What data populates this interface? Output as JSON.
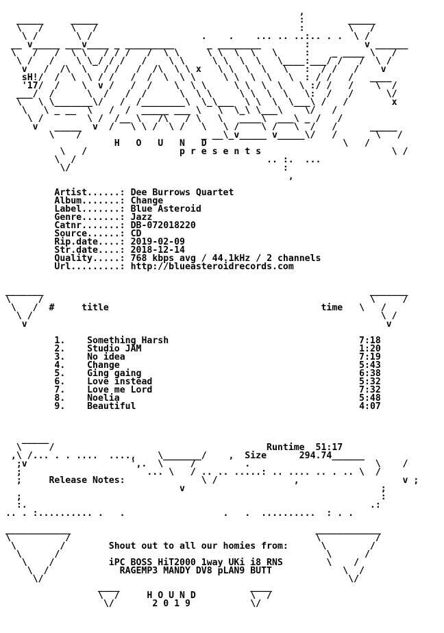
{
  "header_art": [
    "                                                       ,",
    "   _____     _____                                     :        _____",
    "   \\   /     \\   /                                     :        \\   /",
    "    \\ /       \\ /                    .    .    ... .. ..:.. . .  \\ /",
    "  __ v_____ ___v____ _ _________      _ ________        :          v ______",
    "  \\   /   /  \\ \\   / / /   /  \\ \\     \\ \\  \\  \\   \\     :    _ ____ \\   /",
    "   \\ /   /    \\ \\_/ / /   /    \\ \\     \\ \\  \\  \\   \\____:___/ /   /  \\ /",
    "    v   /  /\\  \\   / /   /  /\\  \\ \\ x   \\ \\  \\  \\   \\   :  / /   /    v",
    "    sH!/  /  \\  \\ / /   /  /  \\  \\ \\     \\ \\  \\  \\   \\  : / /   /   ____",
    "    '17/  /    \\  v /   /  /    \\  \\ \\     \\ \\  \\  \\   \\ :/ /   /    \\  /",
    "   ___/  /      \\  /   /  /      \\  \\ \\     \\ \\  \\  \\   \\:  /   /      \\/",
    "   \\   \\ \\_______\\/   /  /________\\  \\_\\___  \\ \\  \\  \\___\\ /   /        x",
    "    \\   \\ _ __  \\   /  /  _____ ___ \\   \\  \\_\\ \\___\\    \\/   /",
    "     \\ /        \\ /  /__ \\   /\\   / \\   \\   ____\\  ___\\ _ /   /",
    "      v   _____  v  /   \\ \\ /  \\ /   \\   \\ /    \\ /   \\  /   /      _____",
    "         \\    /                      _ __\\_v_____ v_____\\/   /       \\   /"
  ],
  "group_name": "H   O   U   N   D",
  "group_subtitle": "p r e s e n t s",
  "decor_lines": [
    "          \\  /                                   .. :.  ...",
    "           \\/                                       :",
    "                                                     ,"
  ],
  "info": [
    {
      "label": "Artist......:",
      "value": "Dee Burrows Quartet"
    },
    {
      "label": "Album.......:",
      "value": "Change"
    },
    {
      "label": "Label.......:",
      "value": "Blue Asteroid"
    },
    {
      "label": "Genre.......:",
      "value": "Jazz"
    },
    {
      "label": "Catnr.......:",
      "value": "DB-072018220"
    },
    {
      "label": "Source......:",
      "value": "CD"
    },
    {
      "label": "Rip.date....:",
      "value": "2019-02-09"
    },
    {
      "label": "Str.date....:",
      "value": "2018-12-14"
    },
    {
      "label": "Quality.....:",
      "value": "768 kbps avg / 44.1kHz / 2 channels"
    },
    {
      "label": "Url.........:",
      "value": "http://blueasteroidrecords.com"
    }
  ],
  "tracklist_header": {
    "num": "#",
    "title": "title",
    "time": "time"
  },
  "tracks": [
    {
      "num": "1.",
      "title": "Something Harsh",
      "time": "7:18"
    },
    {
      "num": "2.",
      "title": "Studio JAM",
      "time": "1:20"
    },
    {
      "num": "3.",
      "title": "No idea",
      "time": "7:19"
    },
    {
      "num": "4.",
      "title": "Change",
      "time": "5:43"
    },
    {
      "num": "5.",
      "title": "Ging gaing",
      "time": "6:38"
    },
    {
      "num": "6.",
      "title": "Love instead",
      "time": "5:32"
    },
    {
      "num": "7.",
      "title": "Love me Lord",
      "time": "7:32"
    },
    {
      "num": "8.",
      "title": "Noelia",
      "time": "5:48"
    },
    {
      "num": "9.",
      "title": "Beautiful",
      "time": "4:07"
    }
  ],
  "runtime": {
    "label": "Runtime",
    "value": "51:17"
  },
  "size": {
    "label": "Size",
    "value": "294.74"
  },
  "release_notes_label": "Release Notes:",
  "shoutout_title": "Shout out to all our homies from:",
  "shoutout_groups_1": "iPC BOSS HiT2000 1way UKi i8 RNS",
  "shoutout_groups_2": "RAGEMP3 MANDY DV8 pLAN9 BUTT",
  "footer_group": "H O U N D",
  "footer_year": "2 0 1 9"
}
